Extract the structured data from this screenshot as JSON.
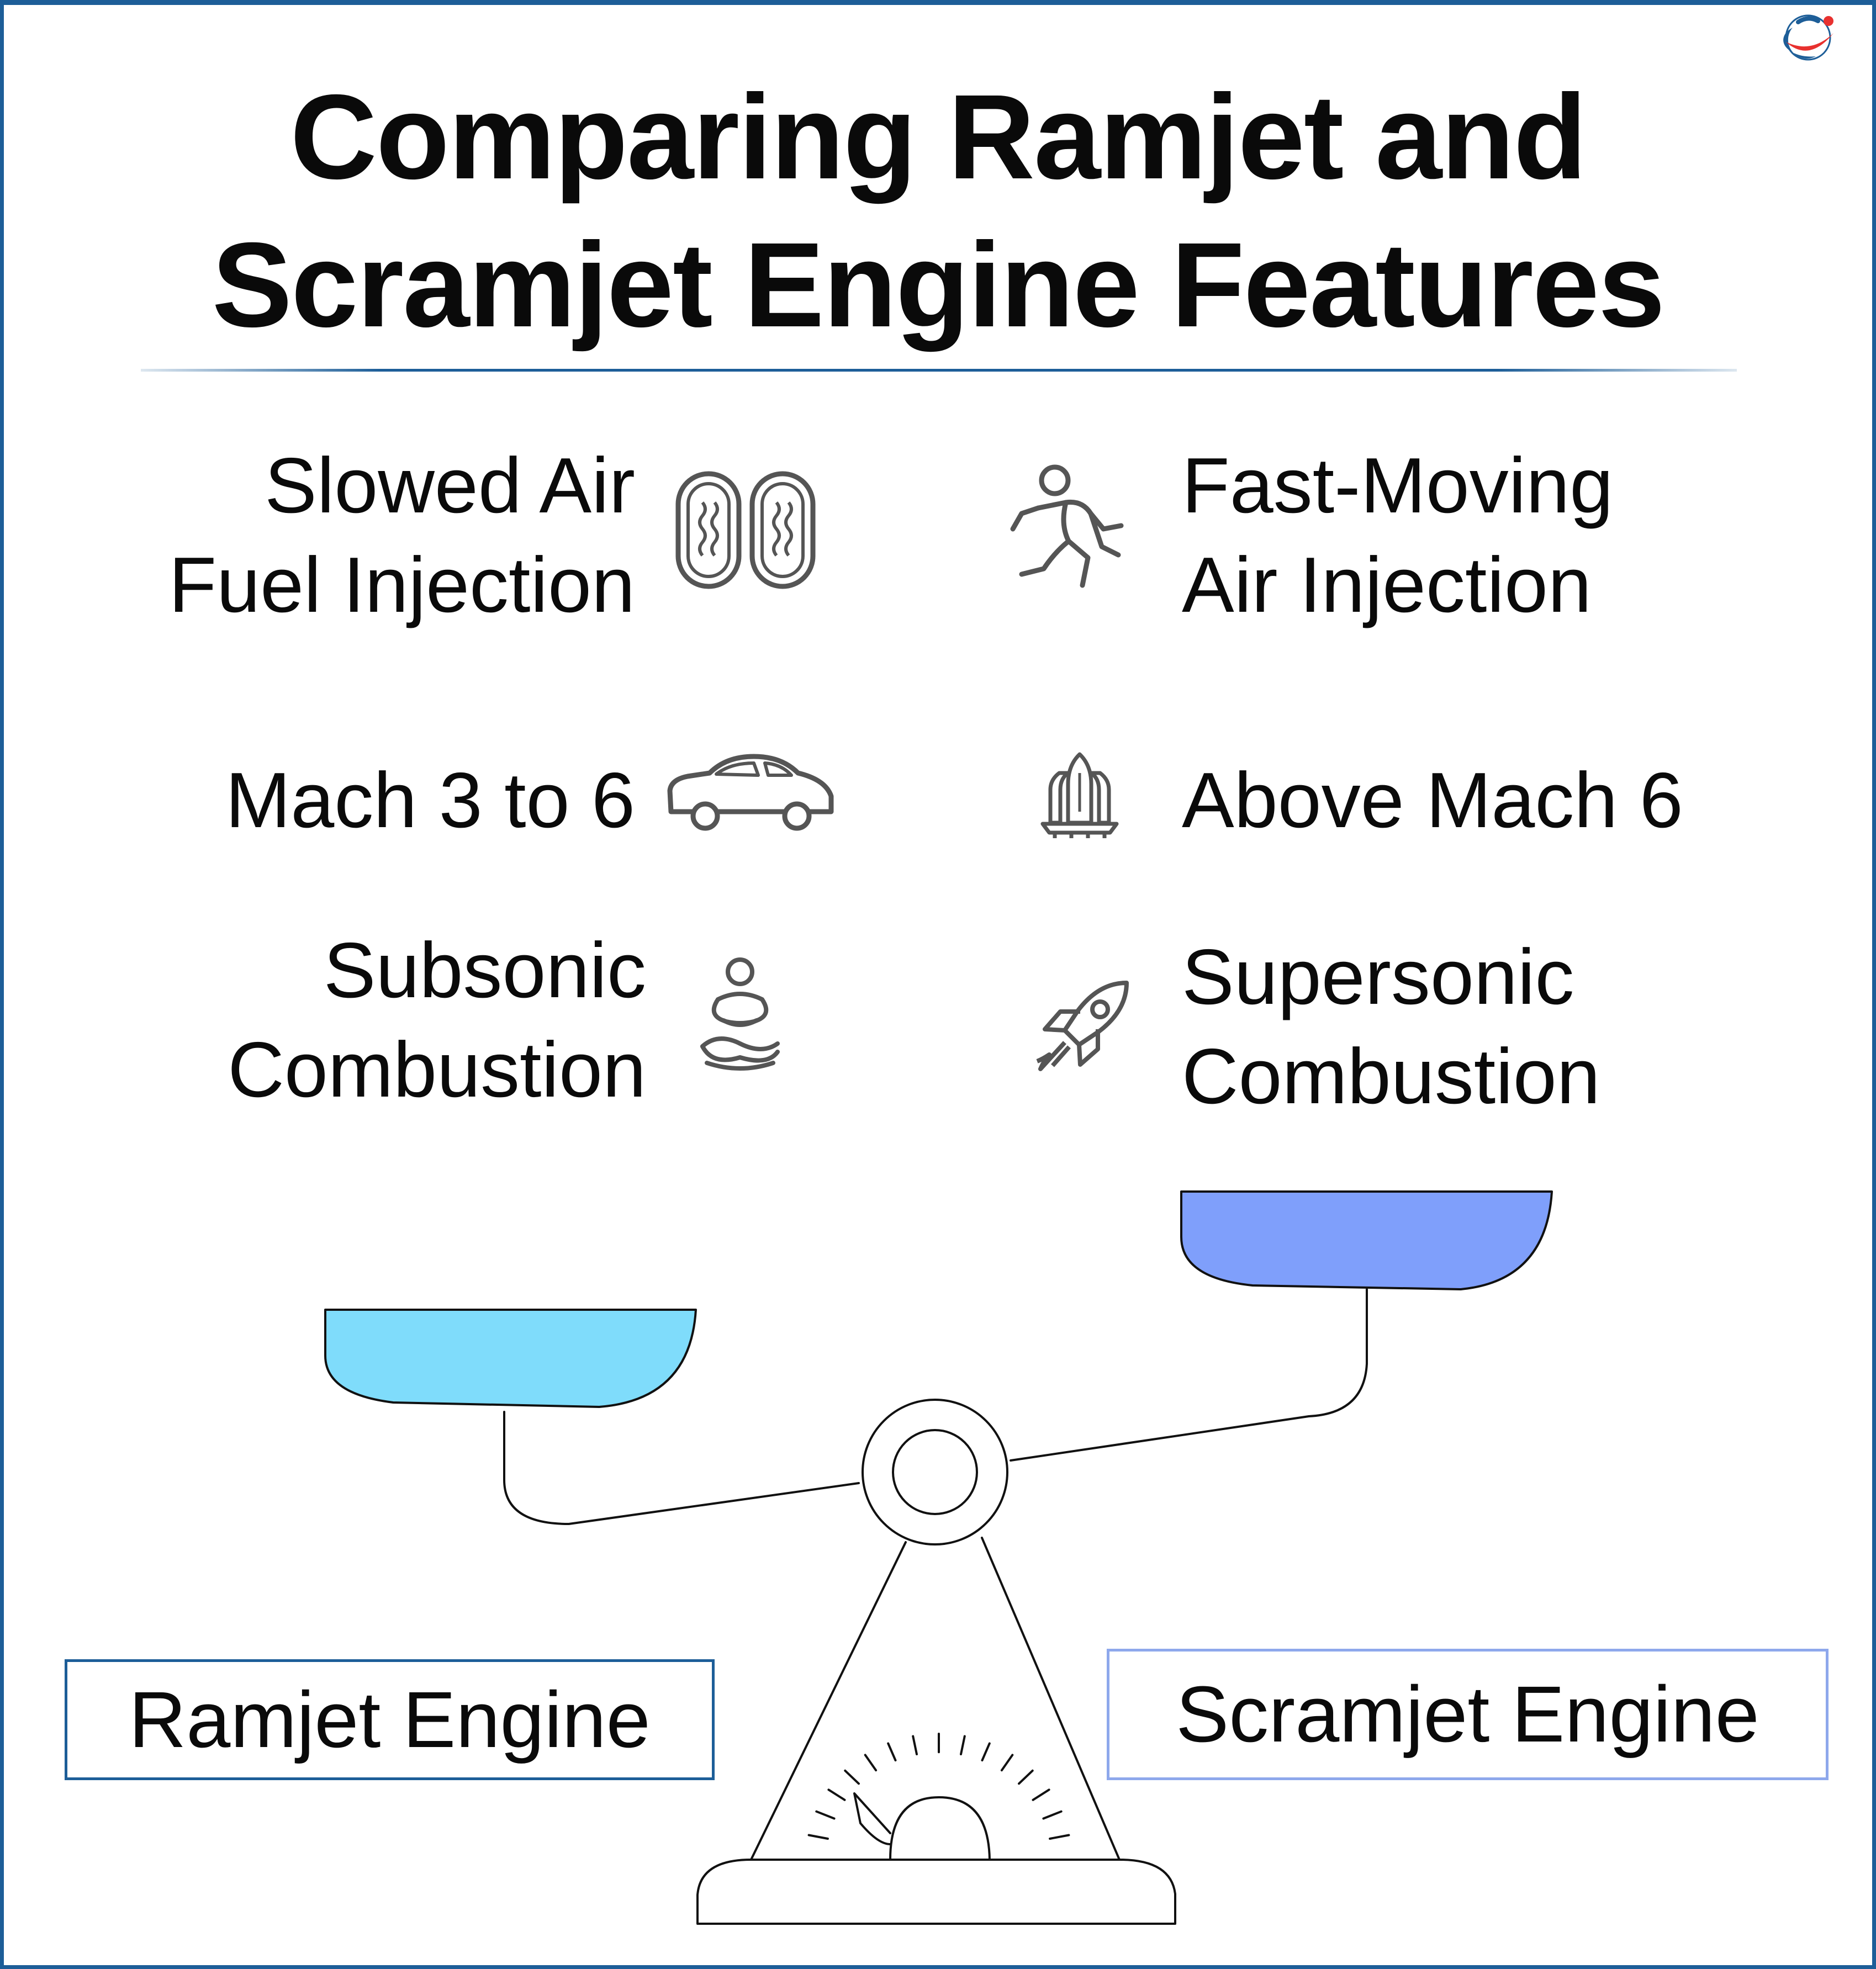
{
  "title": {
    "line1": "Comparing Ramjet and",
    "line2": "Scramjet Engine Features"
  },
  "features": {
    "ramjet": [
      {
        "line1": "Slowed Air",
        "line2": "Fuel Injection",
        "icon": "tires-icon"
      },
      {
        "line1": "Mach 3 to 6",
        "icon": "car-icon"
      },
      {
        "line1": "Subsonic",
        "line2": "Combustion",
        "icon": "meditation-icon"
      }
    ],
    "scramjet": [
      {
        "line1": "Fast-Moving",
        "line2": "Air Injection",
        "icon": "running-person-icon"
      },
      {
        "line1": "Above Mach 6",
        "icon": "space-shuttle-icon"
      },
      {
        "line1": "Supersonic",
        "line2": "Combustion",
        "icon": "rocket-icon"
      }
    ]
  },
  "engines": {
    "left": "Ramjet Engine",
    "right": "Scramjet Engine"
  },
  "colors": {
    "frame": "#1d5e98",
    "ramjet_pan": "#7fdcfb",
    "scramjet_pan": "#7f9ffb",
    "logo_blue": "#1d5e98",
    "logo_red": "#e8312f"
  }
}
